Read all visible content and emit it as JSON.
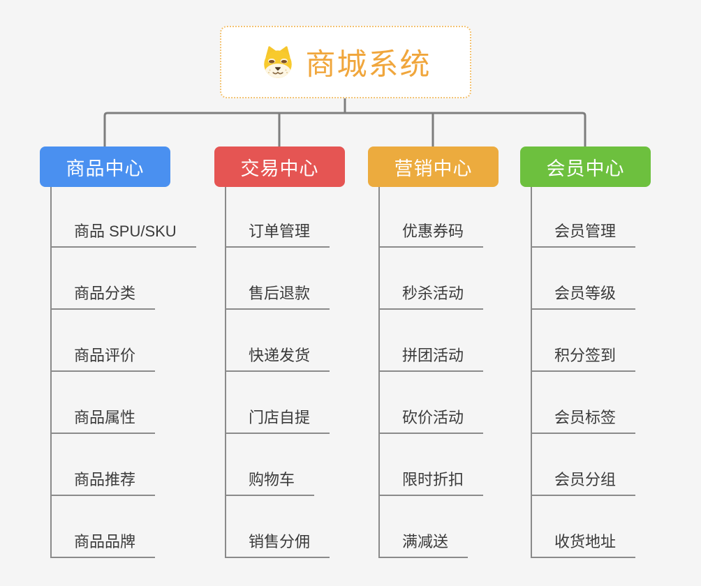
{
  "root": {
    "title": "商城系统",
    "icon": "shiba-dog-face",
    "border_color": "#f3c271",
    "title_color": "#f0a63c"
  },
  "branches": [
    {
      "label": "商品中心",
      "color": "#4a90f0",
      "items": [
        "商品 SPU/SKU",
        "商品分类",
        "商品评价",
        "商品属性",
        "商品推荐",
        "商品品牌"
      ]
    },
    {
      "label": "交易中心",
      "color": "#e55553",
      "items": [
        "订单管理",
        "售后退款",
        "快递发货",
        "门店自提",
        "购物车",
        "销售分佣"
      ]
    },
    {
      "label": "营销中心",
      "color": "#ecab3e",
      "items": [
        "优惠券码",
        "秒杀活动",
        "拼团活动",
        "砍价活动",
        "限时折扣",
        "满减送"
      ]
    },
    {
      "label": "会员中心",
      "color": "#6dc03e",
      "items": [
        "会员管理",
        "会员等级",
        "积分签到",
        "会员标签",
        "会员分组",
        "收货地址"
      ]
    }
  ],
  "canvas": {
    "background": "#f5f5f5",
    "connector_color": "#7d7d7d",
    "underline_color": "#8a8a8a",
    "leaf_text_color": "#3a3a3a"
  }
}
